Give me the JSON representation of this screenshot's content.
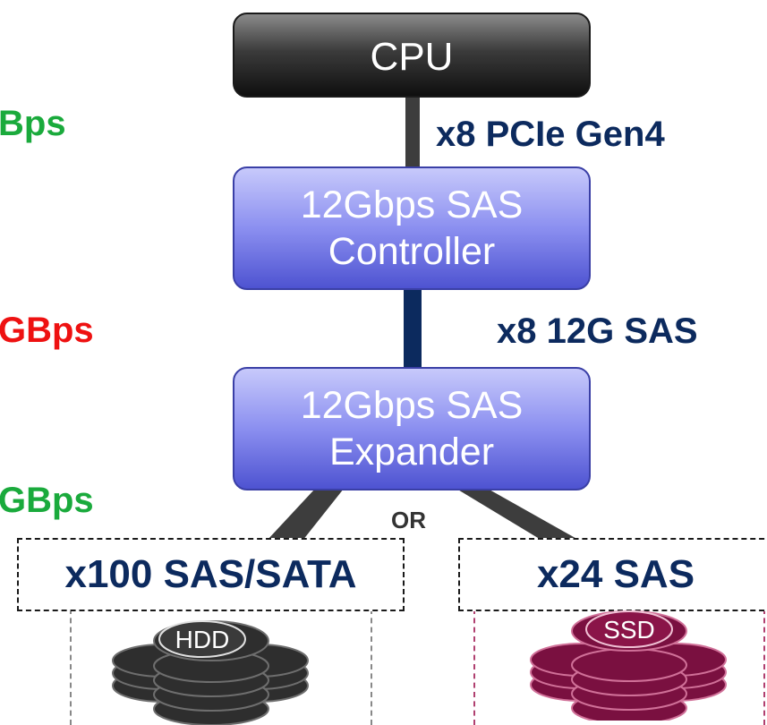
{
  "cpu": {
    "label": "CPU"
  },
  "controller": {
    "line1": "12Gbps SAS",
    "line2": "Controller"
  },
  "expander": {
    "line1": "12Gbps SAS",
    "line2": "Expander"
  },
  "links": {
    "cpu_to_controller": "x8 PCIe Gen4",
    "controller_to_expander": "x8 12G SAS"
  },
  "left_bandwidth": [
    {
      "text": "Bps",
      "color": "#1aaa3c"
    },
    {
      "text": "GBps",
      "color": "#ee1111"
    },
    {
      "text": "GBps",
      "color": "#1aaa3c"
    }
  ],
  "split_label": "OR",
  "drives": {
    "hdd": {
      "group_label": "x100 SAS/SATA",
      "icon_label": "HDD",
      "color": "#3a3a3a"
    },
    "ssd": {
      "group_label": "x24 SAS",
      "icon_label": "SSD",
      "color": "#8a1448"
    }
  },
  "colors": {
    "link_gray": "#3d3d3d",
    "link_navy": "#0c2a5e",
    "label_navy": "#0c2a5e"
  }
}
